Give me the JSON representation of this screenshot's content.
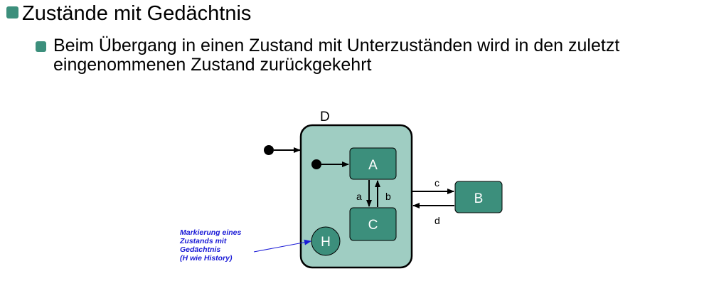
{
  "heading": {
    "text": "Zustände mit Gedächtnis"
  },
  "body": {
    "line1": "Beim Übergang in einen Zustand mit Unterzuständen wird in den zuletzt",
    "line2": "eingenommenen Zustand zurückgekehrt"
  },
  "diagram": {
    "superstate_label": "D",
    "states": {
      "a": "A",
      "c": "C",
      "b": "B",
      "history": "H"
    },
    "transitions": {
      "a": "a",
      "b": "b",
      "c": "c",
      "d": "d"
    },
    "note_lines": [
      "Markierung eines",
      "Zustands mit",
      "Gedächtnis",
      "(H wie History)"
    ]
  },
  "colors": {
    "bullet": "#3c8f7c",
    "superstate_fill": "#9fcdc2",
    "state_fill": "#3c8f7c",
    "note_text": "#1a1ad6",
    "note_arrow": "#1a1ad6"
  }
}
